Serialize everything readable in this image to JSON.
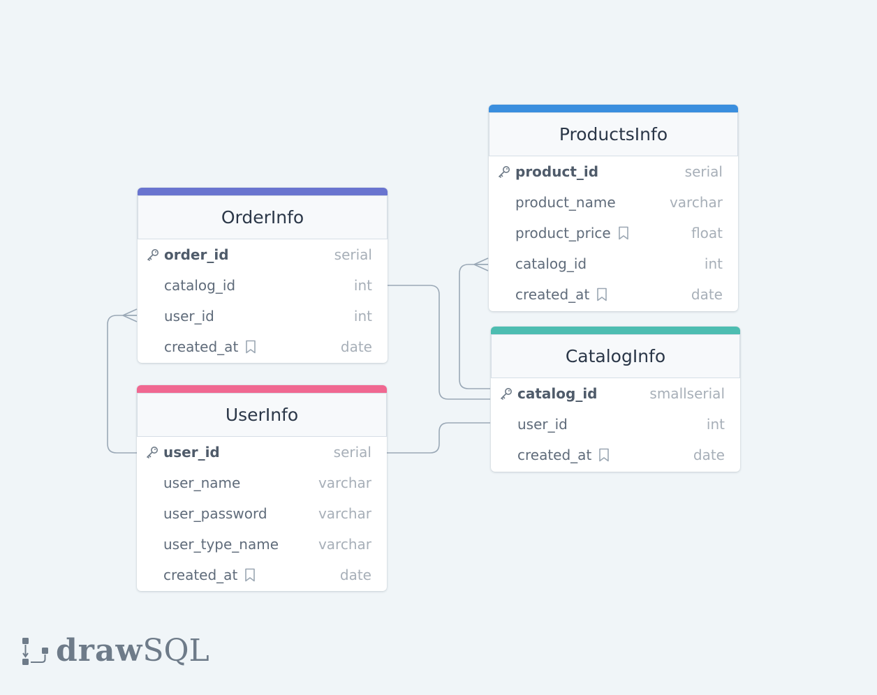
{
  "brand": {
    "draw": "draw",
    "sql": "SQL"
  },
  "tables": {
    "order": {
      "name": "OrderInfo",
      "color": "#6974cf",
      "fields": [
        {
          "name": "order_id",
          "type": "serial",
          "pk": true
        },
        {
          "name": "catalog_id",
          "type": "int"
        },
        {
          "name": "user_id",
          "type": "int"
        },
        {
          "name": "created_at",
          "type": "date",
          "note": true
        }
      ]
    },
    "user": {
      "name": "UserInfo",
      "color": "#f06891",
      "fields": [
        {
          "name": "user_id",
          "type": "serial",
          "pk": true
        },
        {
          "name": "user_name",
          "type": "varchar"
        },
        {
          "name": "user_password",
          "type": "varchar"
        },
        {
          "name": "user_type_name",
          "type": "varchar"
        },
        {
          "name": "created_at",
          "type": "date",
          "note": true
        }
      ]
    },
    "products": {
      "name": "ProductsInfo",
      "color": "#3a8ede",
      "fields": [
        {
          "name": "product_id",
          "type": "serial",
          "pk": true
        },
        {
          "name": "product_name",
          "type": "varchar"
        },
        {
          "name": "product_price",
          "type": "float",
          "note": true
        },
        {
          "name": "catalog_id",
          "type": "int"
        },
        {
          "name": "created_at",
          "type": "date",
          "note": true
        }
      ]
    },
    "catalog": {
      "name": "CatalogInfo",
      "color": "#4dbdb1",
      "fields": [
        {
          "name": "catalog_id",
          "type": "smallserial",
          "pk": true
        },
        {
          "name": "user_id",
          "type": "int"
        },
        {
          "name": "created_at",
          "type": "date",
          "note": true
        }
      ]
    }
  },
  "icons": {
    "primary_key": "key-icon",
    "note": "bookmark-icon",
    "relation_many": "crows-foot-icon"
  },
  "colors": {
    "background": "#f0f5f8",
    "connector": "#9aa8b6"
  }
}
